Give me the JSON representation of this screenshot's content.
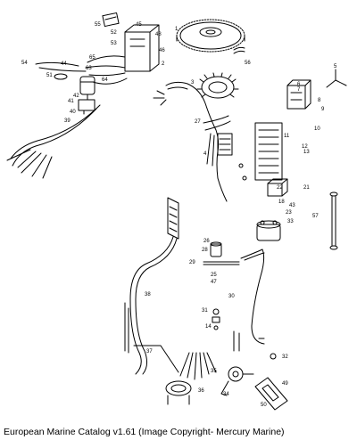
{
  "caption": "European Marine Catalog v1.61 (Image Copyright- Mercury Marine)",
  "callouts": {
    "c55": "55",
    "c45": "45",
    "c52": "52",
    "c53": "53",
    "c1": "1",
    "c48": "48",
    "c46": "46",
    "c54": "54",
    "c44": "44",
    "c65": "65",
    "c51": "51",
    "c63": "63",
    "c64": "64",
    "c42": "42",
    "c41": "41",
    "c40": "40",
    "c39": "39",
    "c2": "2",
    "c56": "56",
    "c3": "3",
    "c5": "5",
    "c6": "6",
    "c7": "7",
    "c8": "8",
    "c9": "9",
    "c10": "10",
    "c11": "11",
    "c12": "12",
    "c13": "13",
    "c4": "4",
    "c22": "22",
    "c21": "21",
    "c43": "43",
    "c33": "33",
    "c57": "57",
    "c26": "26",
    "c28": "28",
    "c29": "29",
    "c25": "25",
    "c47": "47",
    "c30": "30",
    "c31": "31",
    "c14": "14",
    "c38": "38",
    "c37": "37",
    "c32": "32",
    "c49": "49",
    "c50": "50",
    "c35": "35",
    "c36": "36",
    "c34": "34",
    "c23": "23",
    "c18": "18",
    "c27": "27"
  }
}
